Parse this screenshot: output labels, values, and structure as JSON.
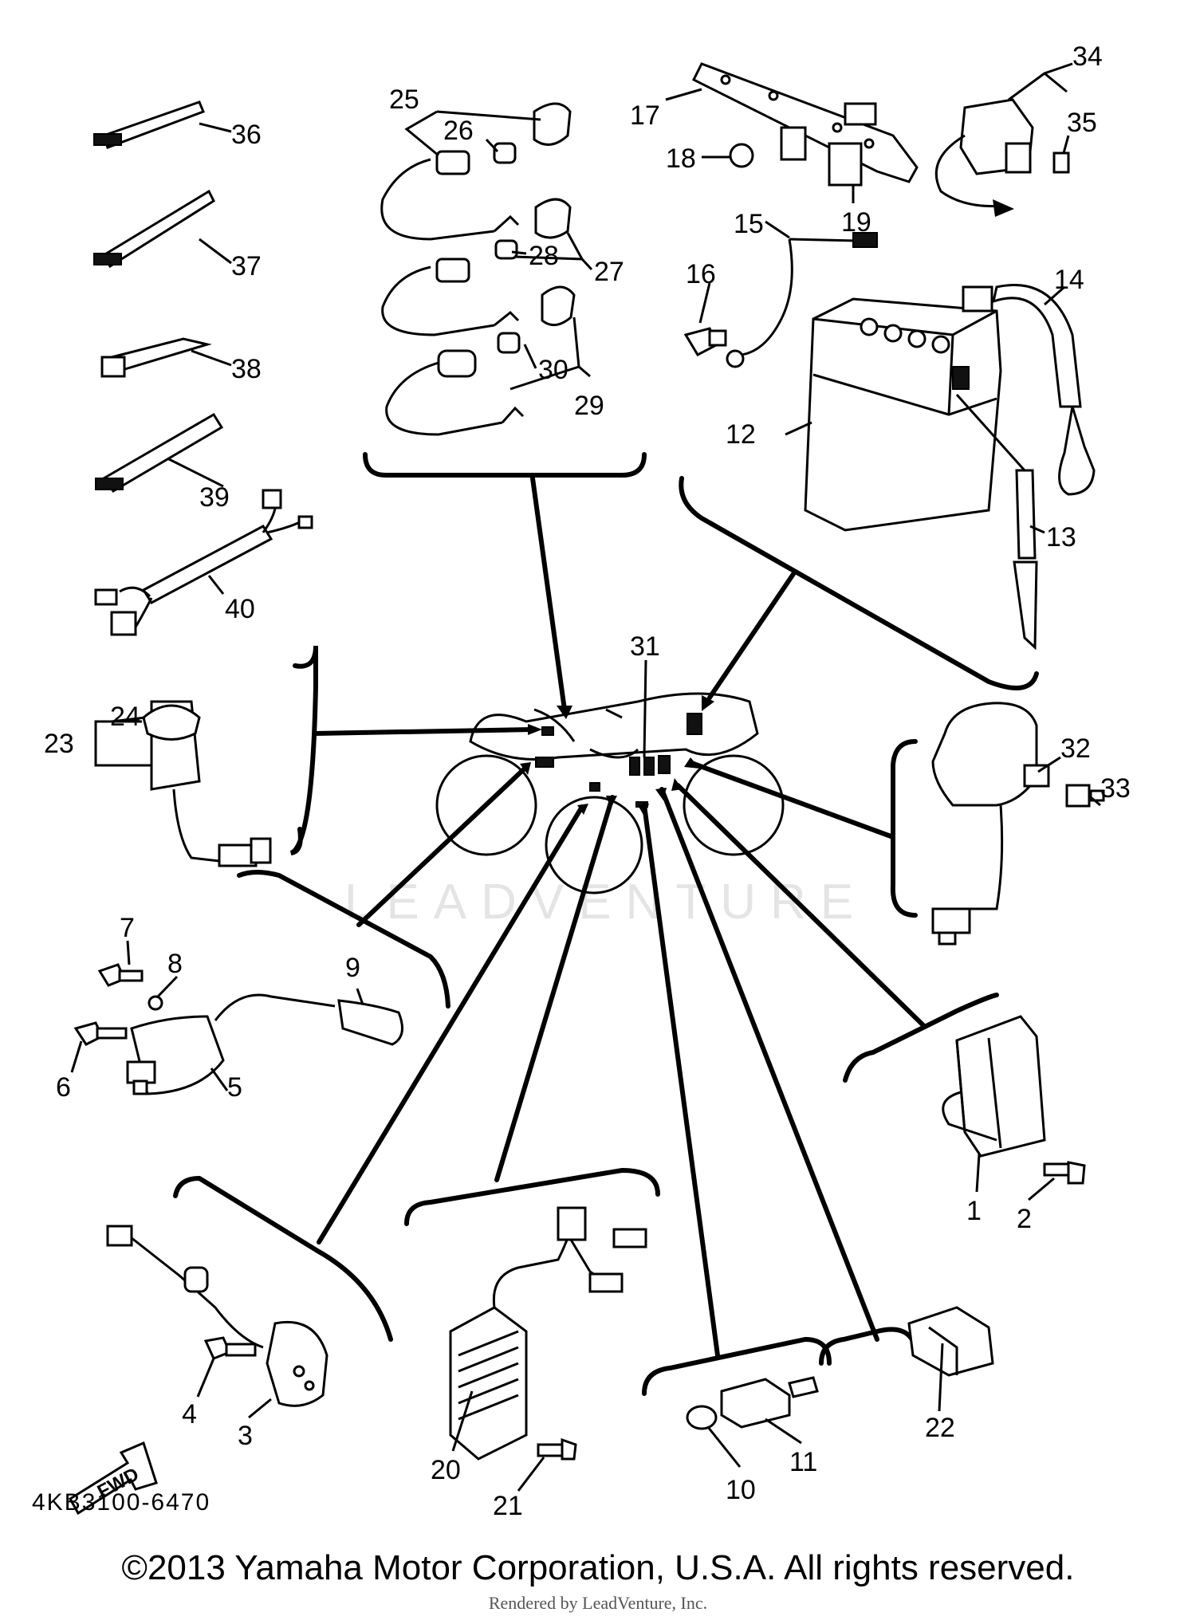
{
  "diagram_code": "4KB3100-6470",
  "copyright": "©2013 Yamaha Motor Corporation, U.S.A. All rights reserved.",
  "rendered_by": "Rendered by LeadVenture, Inc.",
  "watermark": "LEADVENTURE",
  "fwd_label": "FWD",
  "callouts": {
    "c1": "1",
    "c2": "2",
    "c3": "3",
    "c4": "4",
    "c5": "5",
    "c6": "6",
    "c7": "7",
    "c8": "8",
    "c9": "9",
    "c10": "10",
    "c11": "11",
    "c12": "12",
    "c13": "13",
    "c14": "14",
    "c15": "15",
    "c16": "16",
    "c17": "17",
    "c18": "18",
    "c19": "19",
    "c20": "20",
    "c21": "21",
    "c22": "22",
    "c23": "23",
    "c24": "24",
    "c25": "25",
    "c26": "26",
    "c27": "27",
    "c28": "28",
    "c29": "29",
    "c30": "30",
    "c31": "31",
    "c32": "32",
    "c33": "33",
    "c34": "34",
    "c35": "35",
    "c36": "36",
    "c37": "37",
    "c38": "38",
    "c39": "39",
    "c40": "40"
  }
}
